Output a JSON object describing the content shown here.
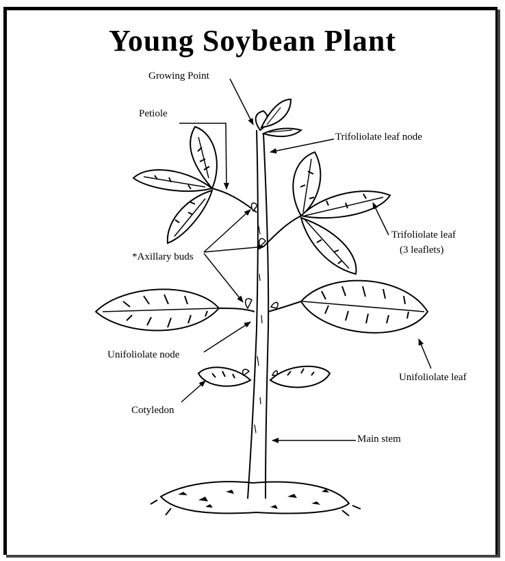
{
  "title": "Young Soybean Plant",
  "labels": {
    "growing_point": "Growing Point",
    "petiole": "Petiole",
    "trifoliolate_leaf_node": "Trifoliolate leaf node",
    "trifoliolate_leaf": "Trifoliolate leaf",
    "trifoliolate_leaf_sub": "(3 leaflets)",
    "axillary_buds": "*Axillary buds",
    "unifoliolate_node": "Unifoliolate node",
    "unifoliolate_leaf": "Unifoliolate leaf",
    "cotyledon": "Cotyledon",
    "main_stem": "Main stem"
  },
  "colors": {
    "ink": "#000000",
    "paper": "#ffffff"
  }
}
